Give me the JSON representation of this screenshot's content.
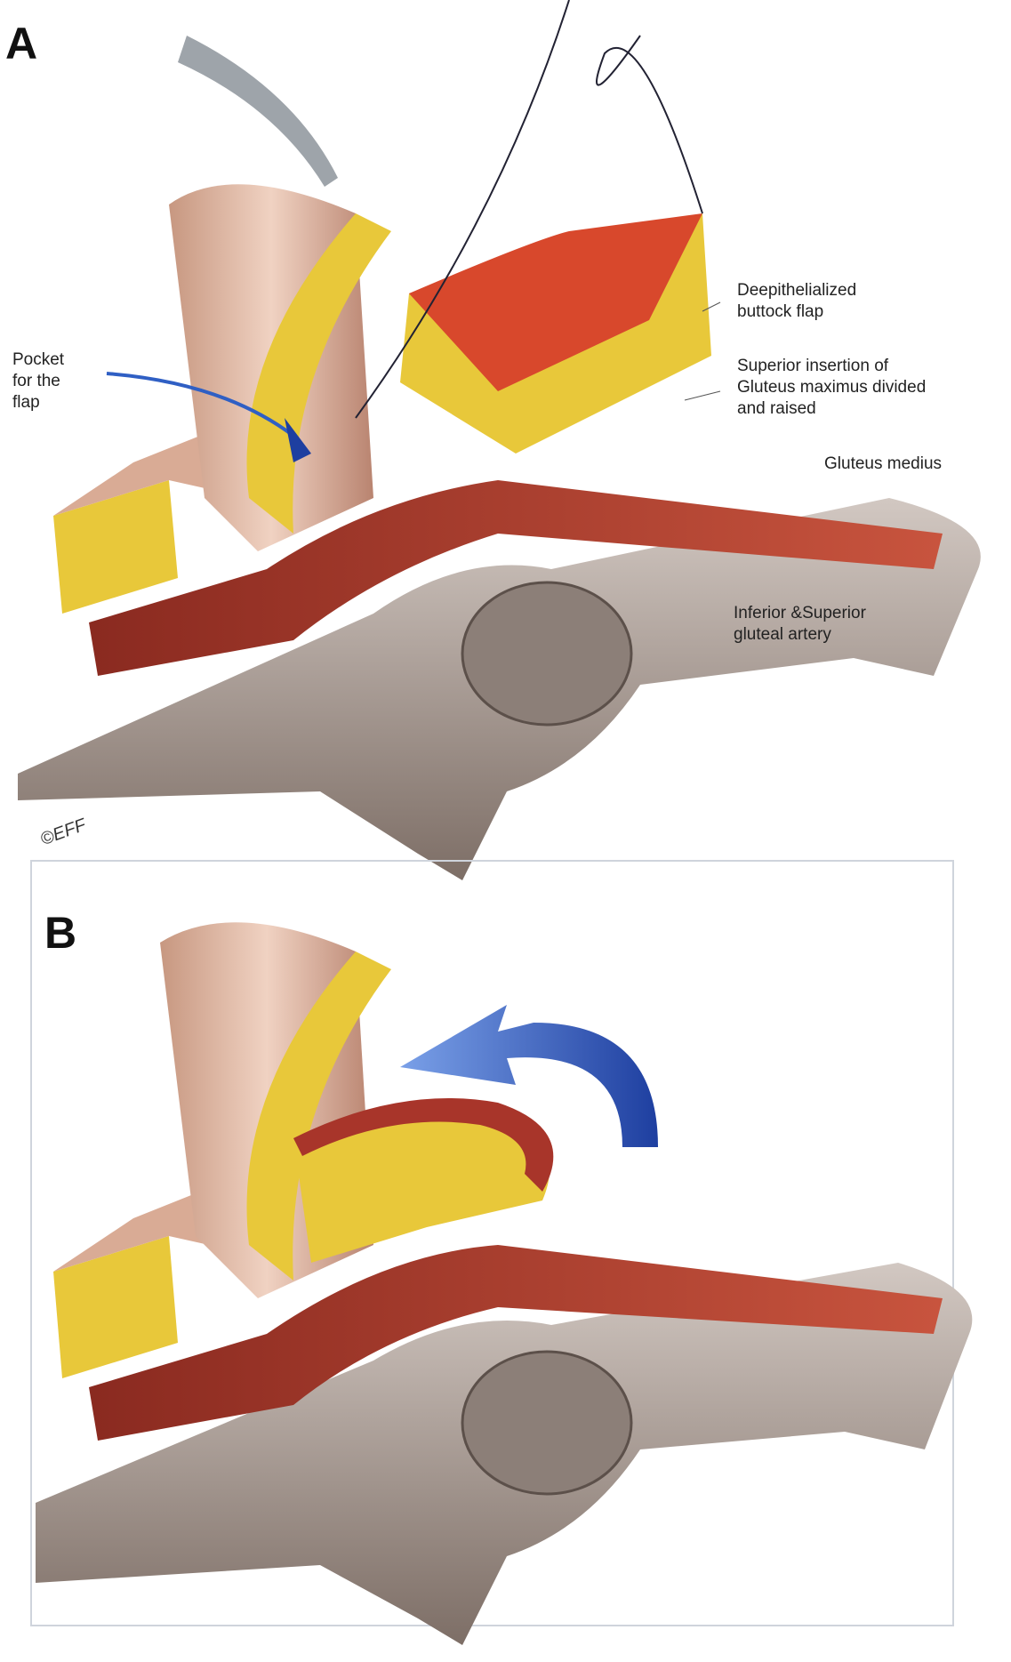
{
  "panels": [
    {
      "letter": "A",
      "labels": {
        "pocket": "Pocket for the flap",
        "flap": "Deepithelialized buttock flap",
        "insertion": "Superior insertion of Gluteus maximus divided and raised",
        "medius": "Gluteus medius",
        "artery": "Inferior &Superior gluteal artery"
      },
      "copyright": "©EFF"
    },
    {
      "letter": "B"
    }
  ],
  "colors": {
    "skin": "#d9ab95",
    "fat": "#e8c83a",
    "muscle": "#a8352a",
    "flap": "#d8482c",
    "bone": "#a89a92",
    "arrow": "#2f5fc4"
  }
}
